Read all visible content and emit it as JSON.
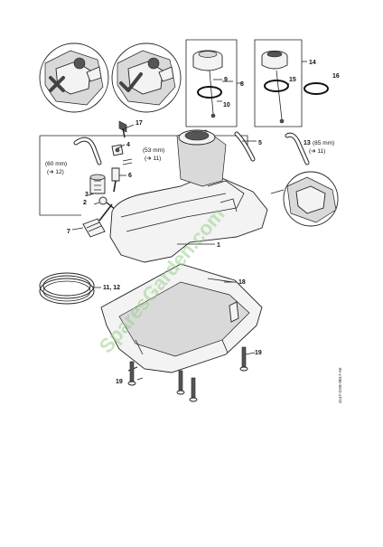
{
  "labels": {
    "p1": "1",
    "p2": "2",
    "p3": "3",
    "p4": "4",
    "p5": "5",
    "p6": "6",
    "p7": "7",
    "p8": "8",
    "p9": "9",
    "p10": "10",
    "p11_12": "11, 12",
    "p13": "13",
    "p14": "14",
    "p15": "15",
    "p16": "16",
    "p17": "17",
    "p18": "18",
    "p19a": "19",
    "p19b": "19",
    "p19c": "19"
  },
  "notes": {
    "mm60": "(60 mm)",
    "ref12": "(➔ 12)",
    "mm53": "(53 mm)",
    "ref11a": "(➔ 11)",
    "mm85": "(85 mm)",
    "ref11b": "(➔ 11)"
  },
  "watermark": "SparesGarden.com",
  "doc_code": "4147-GXE-0017-A5",
  "icons": {
    "wrong": "cross-mark-icon",
    "right": "check-mark-icon"
  }
}
